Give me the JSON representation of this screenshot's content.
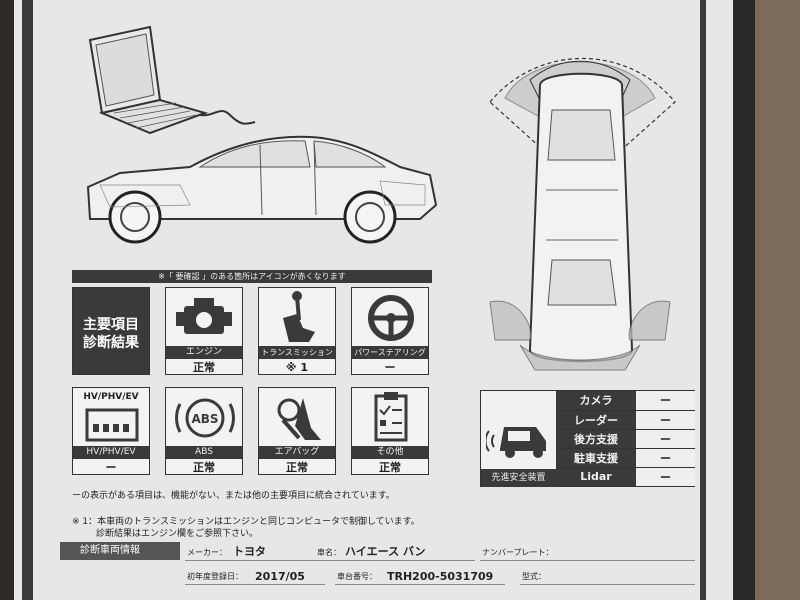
{
  "notice": "※「 要確認 」のある箇所はアイコンが赤くなります",
  "main_tile": {
    "line1": "主要項目",
    "line2": "診断結果"
  },
  "tiles": [
    {
      "name": "エンジン",
      "value": "正常"
    },
    {
      "name": "トランスミッション",
      "value": "※ 1"
    },
    {
      "name": "パワーステアリング",
      "value": "ー"
    },
    {
      "name": "HV/PHV/EV",
      "value": "ー",
      "title": "HV/PHV/EV"
    },
    {
      "name": "ABS",
      "value": "正常",
      "icon_text": "ABS"
    },
    {
      "name": "エアバッグ",
      "value": "正常"
    },
    {
      "name": "その他",
      "value": "正常"
    }
  ],
  "adas": {
    "caption": "先進安全装置",
    "rows": [
      {
        "label": "カメラ",
        "value": "ー"
      },
      {
        "label": "レーダー",
        "value": "ー"
      },
      {
        "label": "後方支援",
        "value": "ー"
      },
      {
        "label": "駐車支援",
        "value": "ー"
      },
      {
        "label": "Lidar",
        "value": "ー"
      }
    ]
  },
  "notes": {
    "dash_note": "ーの表示がある項目は、機能がない、または他の主要項目に統合されています。",
    "note1_line1": "※ 1：本車両のトランスミッションはエンジンと同じコンピュータで制御しています。",
    "note1_line2": "診断結果はエンジン欄をご参照下さい。"
  },
  "vehicle_info": {
    "header": "診断車両情報",
    "maker_label": "メーカー：",
    "maker": "トヨタ",
    "model_label": "車名：",
    "model": "ハイエース バン",
    "plate_label": "ナンバープレート：",
    "first_reg_label": "初年度登録日：",
    "first_reg": "2017/05",
    "chassis_label": "車台番号：",
    "chassis": "TRH200-5031709",
    "type_label": "型式："
  }
}
